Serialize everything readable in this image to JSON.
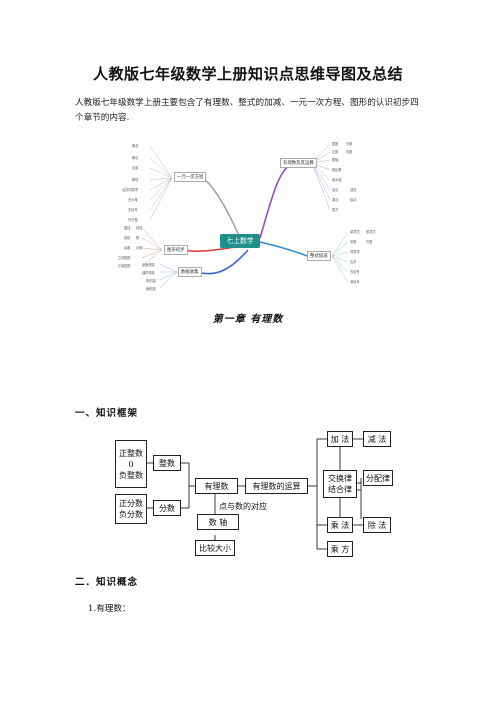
{
  "doc": {
    "title": "人教版七年级数学上册知识点思维导图及总结",
    "intro": "人教版七年级数学上册主要包含了有理数、整式的加减、一元一次方程、图形的认识初步四个章节的内容.",
    "chapter_title": "第一章 有理数",
    "section1": "一、知识框架",
    "section2": "二．知识概念",
    "item1": "1.有理数："
  },
  "mindmap": {
    "center": "七上数学",
    "branches": {
      "rational": "有理数及其运算",
      "equation": "一元一次方程",
      "algebra": "整式加减",
      "figure": "图形初步",
      "data": "数据收集"
    },
    "leaves_left_top": [
      "概念",
      "解法",
      "应用",
      "移项",
      "合并同类项",
      "去分母",
      "去括号",
      "列方程",
      "工程",
      "行程"
    ],
    "leaves_right_top": [
      "整数",
      "分数",
      "正数",
      "负数",
      "数轴",
      "相反数",
      "绝对值",
      "加法",
      "减法",
      "乘法",
      "除法",
      "乘方"
    ],
    "leaves_left_bottom": [
      "直线",
      "射线",
      "线段",
      "角",
      "余角",
      "补角",
      "立体图形",
      "平面图形"
    ],
    "leaves_right_bottom": [
      "单项式",
      "多项式",
      "系数",
      "次数",
      "同类项",
      "合并",
      "去括号",
      "添括号"
    ],
    "leaves_data": [
      "全面调查",
      "抽样调查",
      "条形图",
      "扇形图"
    ]
  },
  "diagram": {
    "pos_int": "正整数",
    "zero": "0",
    "neg_int": "负整数",
    "integer": "整数",
    "pos_frac": "正分数",
    "neg_frac": "负分数",
    "fraction": "分数",
    "rational": "有理数",
    "operations": "有理数的运算",
    "point_map": "点与数的对应",
    "number_line": "数 轴",
    "compare": "比较大小",
    "add": "加 法",
    "subtract": "减 法",
    "comm_line1": "交换律",
    "comm_line2": "结合律",
    "distributive": "分配律",
    "multiply": "乘 法",
    "divide": "除 法",
    "power": "乘 方"
  }
}
